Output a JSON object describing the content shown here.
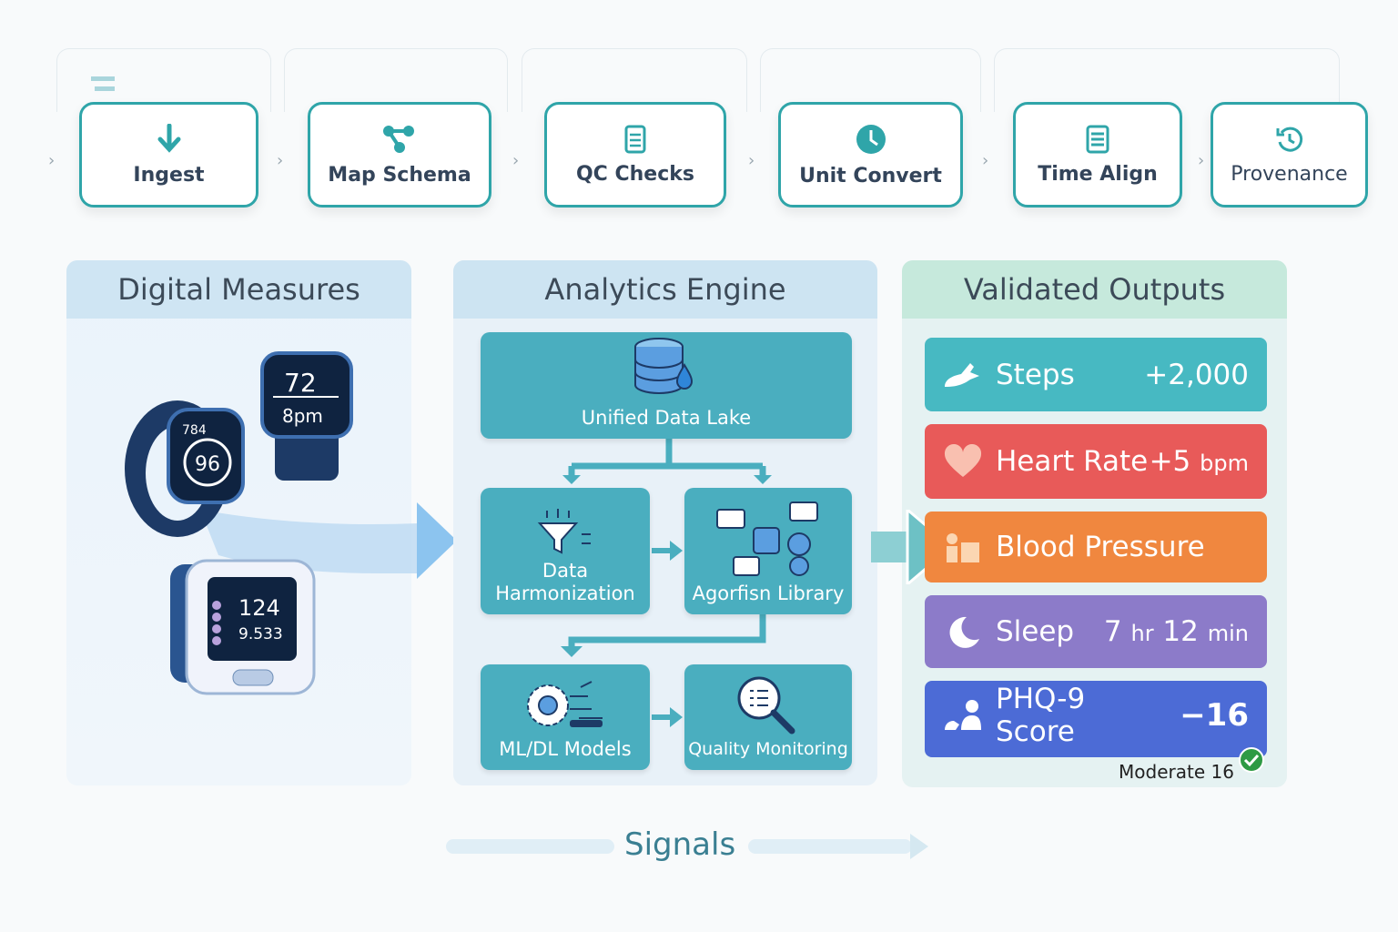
{
  "pipeline": {
    "steps": [
      {
        "label": "Ingest",
        "icon": "arrow-down-icon"
      },
      {
        "label": "Map Schema",
        "icon": "schema-nodes-icon"
      },
      {
        "label": "QC Checks",
        "icon": "document-icon"
      },
      {
        "label": "Unit Convert",
        "icon": "clock-icon"
      },
      {
        "label": "Time Align",
        "icon": "list-document-icon"
      },
      {
        "label": "Provenance",
        "icon": "history-icon"
      }
    ]
  },
  "panels": {
    "measures": {
      "title": "Digital Measures",
      "devices": {
        "band": {
          "top": "784",
          "main": "96"
        },
        "watch": {
          "top": "72",
          "bottom": "8pm"
        },
        "bp_monitor": {
          "top": "124",
          "bottom": "9.533"
        }
      }
    },
    "engine": {
      "title": "Analytics Engine",
      "nodes": [
        "Unified Data Lake",
        "Data Harmonization",
        "Agorfisn Library",
        "ML/DL Models",
        "Quality Monitoring"
      ]
    },
    "outputs": {
      "title": "Validated Outputs",
      "items": [
        {
          "label": "Steps",
          "value": "+2,000",
          "unit": "",
          "color": "#47b9c2",
          "icon": "shoe-icon"
        },
        {
          "label": "Heart Rate",
          "value": "+5",
          "unit": "bpm",
          "color": "#e85a59",
          "icon": "heart-icon"
        },
        {
          "label": "Blood Pressure",
          "value": "",
          "unit": "",
          "color": "#f0873f",
          "icon": "person-chart-icon"
        },
        {
          "label": "Sleep",
          "value": "7",
          "unit": "hr",
          "value2": "12",
          "unit2": "min",
          "color": "#8c7bc9",
          "icon": "moon-icon"
        },
        {
          "label": "PHQ-9 Score",
          "value": "−16",
          "unit": "",
          "color": "#4c6bd6",
          "icon": "people-icon"
        }
      ],
      "note": "Moderate 16"
    }
  },
  "footer": {
    "label": "Signals"
  }
}
